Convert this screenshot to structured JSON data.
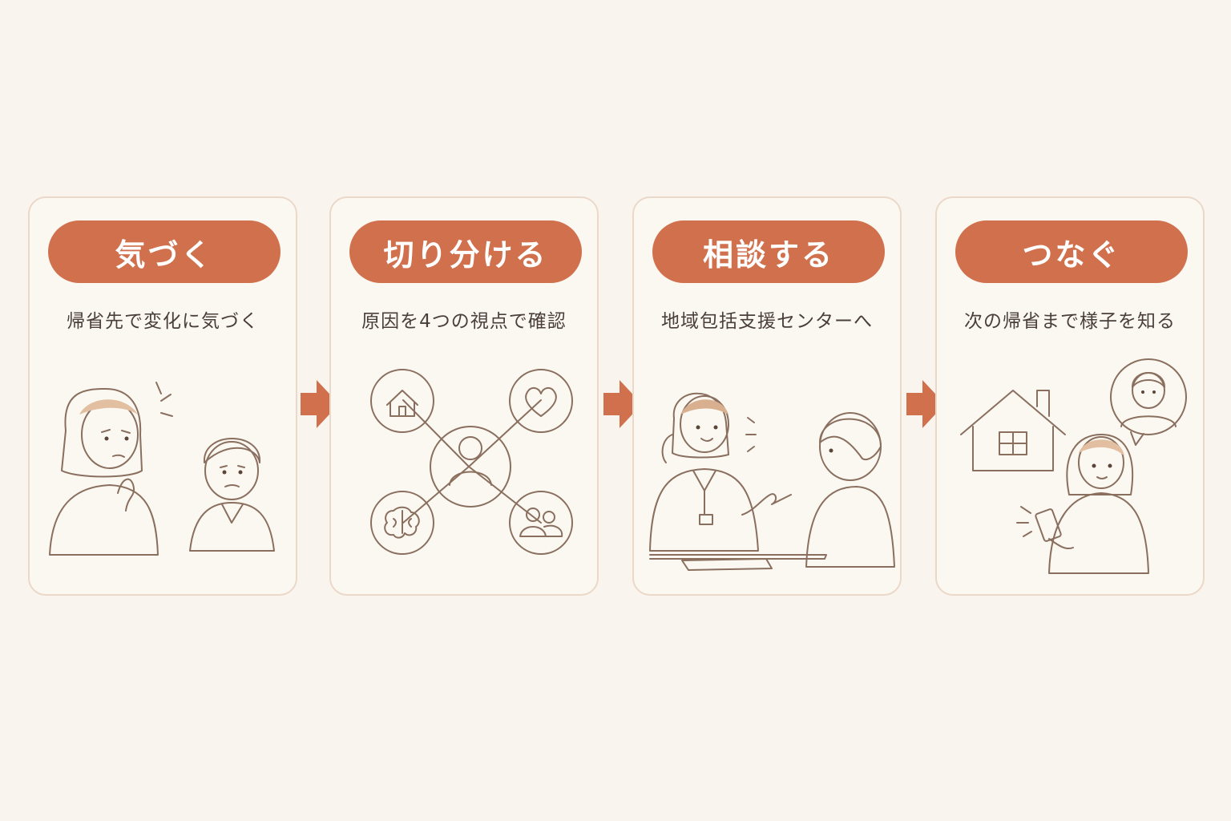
{
  "steps": [
    {
      "title": "気づく",
      "description": "帰省先で変化に気づく"
    },
    {
      "title": "切り分ける",
      "description": "原因を4つの視点で確認"
    },
    {
      "title": "相談する",
      "description": "地域包括支援センターへ"
    },
    {
      "title": "つなぐ",
      "description": "次の帰省まで様子を知る"
    }
  ],
  "colors": {
    "accent": "#d0704d",
    "background": "#f9f5ee",
    "card_border": "#ecd8c8",
    "text": "#4a3f38",
    "line": "#8a6f5e",
    "skin_fill": "#f2ddc8",
    "circle_fill": "#f3e0cc"
  },
  "icons": [
    "house-icon",
    "heart-icon",
    "person-icon",
    "brain-icon",
    "people-icon",
    "arrow-right-icon"
  ]
}
